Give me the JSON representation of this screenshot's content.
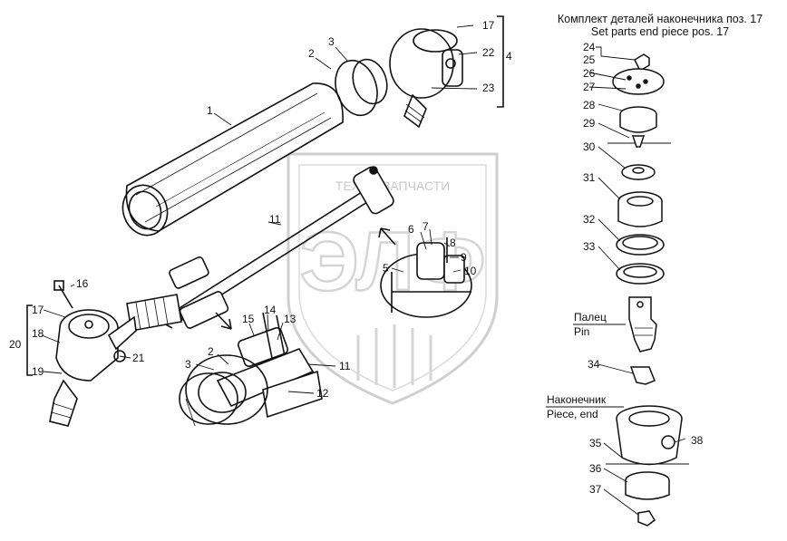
{
  "kit_title": {
    "ru": "Комплект деталей наконечника поз. 17",
    "en": "Set parts end piece pos. 17"
  },
  "watermark": {
    "company": "ТЕХНО ЗАПЧАСТИ",
    "logo_text": "ЭЛФ"
  },
  "group_labels": {
    "pin_ru": "Палец",
    "pin_en": "Pin",
    "end_piece_ru": "Наконечник",
    "end_piece_en": "Piece, end"
  },
  "callouts": [
    "1",
    "2",
    "3",
    "17",
    "22",
    "4",
    "23",
    "11",
    "6",
    "7",
    "8",
    "9",
    "5",
    "10",
    "16",
    "17",
    "18",
    "19",
    "20",
    "21",
    "15",
    "14",
    "13",
    "2",
    "3",
    "11",
    "12",
    "24",
    "25",
    "26",
    "27",
    "28",
    "29",
    "30",
    "31",
    "32",
    "33",
    "34",
    "35",
    "36",
    "37",
    "38"
  ]
}
